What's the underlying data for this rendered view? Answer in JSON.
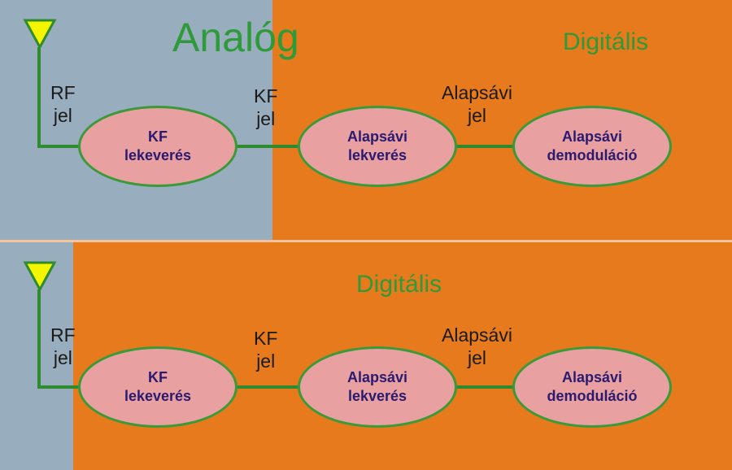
{
  "top": {
    "region_labels": {
      "analog": "Analóg",
      "digital": "Digitális"
    },
    "edges": {
      "rf": {
        "line1": "RF",
        "line2": "jel"
      },
      "kf": {
        "line1": "KF",
        "line2": "jel"
      },
      "baseband": {
        "line1": "Alapsávi",
        "line2": "jel"
      }
    },
    "nodes": {
      "kf_mix": {
        "line1": "KF",
        "line2": "lekeverés"
      },
      "baseband_mix": {
        "line1": "Alapsávi",
        "line2": "lekverés"
      },
      "demod": {
        "line1": "Alapsávi",
        "line2": "demoduláció"
      }
    }
  },
  "bottom": {
    "region_labels": {
      "digital": "Digitális"
    },
    "edges": {
      "rf": {
        "line1": "RF",
        "line2": "jel"
      },
      "kf": {
        "line1": "KF",
        "line2": "jel"
      },
      "baseband": {
        "line1": "Alapsávi",
        "line2": "jel"
      }
    },
    "nodes": {
      "kf_mix": {
        "line1": "KF",
        "line2": "lekeverés"
      },
      "baseband_mix": {
        "line1": "Alapsávi",
        "line2": "lekverés"
      },
      "demod": {
        "line1": "Alapsávi",
        "line2": "demoduláció"
      }
    }
  },
  "colors": {
    "analog_bg": "#98adbd",
    "digital_bg": "#e67a1c",
    "node_fill": "#e9a0a0",
    "node_stroke": "#3a9a3a",
    "wire": "#2e8b2e",
    "title_green": "#2e9a3a",
    "antenna": "#f5f500"
  }
}
